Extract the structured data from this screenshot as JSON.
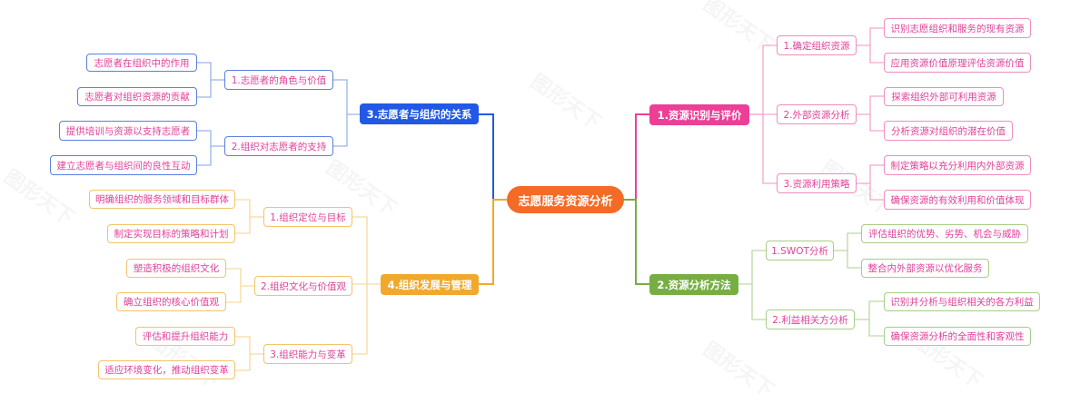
{
  "watermark": "图形天下",
  "colors": {
    "root": "#f46a26",
    "branch_pink": "#ec3f96",
    "branch_green": "#77ae43",
    "branch_blue": "#2158e6",
    "branch_orange": "#f0a92d",
    "leaf_text": "#e0429a"
  },
  "root": {
    "label": "志愿服务资源分析"
  },
  "branches": [
    {
      "label": "1.资源识别与评价",
      "subs": [
        {
          "label": "1.确定组织资源",
          "leaves": [
            "识别志愿组织和服务的现有资源",
            "应用资源价值原理评估资源价值"
          ]
        },
        {
          "label": "2.外部资源分析",
          "leaves": [
            "探索组织外部可利用资源",
            "分析资源对组织的潜在价值"
          ]
        },
        {
          "label": "3.资源利用策略",
          "leaves": [
            "制定策略以充分利用内外部资源",
            "确保资源的有效利用和价值体现"
          ]
        }
      ]
    },
    {
      "label": "2.资源分析方法",
      "subs": [
        {
          "label": "1.SWOT分析",
          "leaves": [
            "评估组织的优势、劣势、机会与威胁",
            "整合内外部资源以优化服务"
          ]
        },
        {
          "label": "2.利益相关方分析",
          "leaves": [
            "识别并分析与组织相关的各方利益",
            "确保资源分析的全面性和客观性"
          ]
        }
      ]
    },
    {
      "label": "3.志愿者与组织的关系",
      "subs": [
        {
          "label": "1.志愿者的角色与价值",
          "leaves": [
            "志愿者在组织中的作用",
            "志愿者对组织资源的贡献"
          ]
        },
        {
          "label": "2.组织对志愿者的支持",
          "leaves": [
            "提供培训与资源以支持志愿者",
            "建立志愿者与组织间的良性互动"
          ]
        }
      ]
    },
    {
      "label": "4.组织发展与管理",
      "subs": [
        {
          "label": "1.组织定位与目标",
          "leaves": [
            "明确组织的服务领域和目标群体",
            "制定实现目标的策略和计划"
          ]
        },
        {
          "label": "2.组织文化与价值观",
          "leaves": [
            "塑造积极的组织文化",
            "确立组织的核心价值观"
          ]
        },
        {
          "label": "3.组织能力与变革",
          "leaves": [
            "评估和提升组织能力",
            "适应环境变化，推动组织变革"
          ]
        }
      ]
    }
  ]
}
